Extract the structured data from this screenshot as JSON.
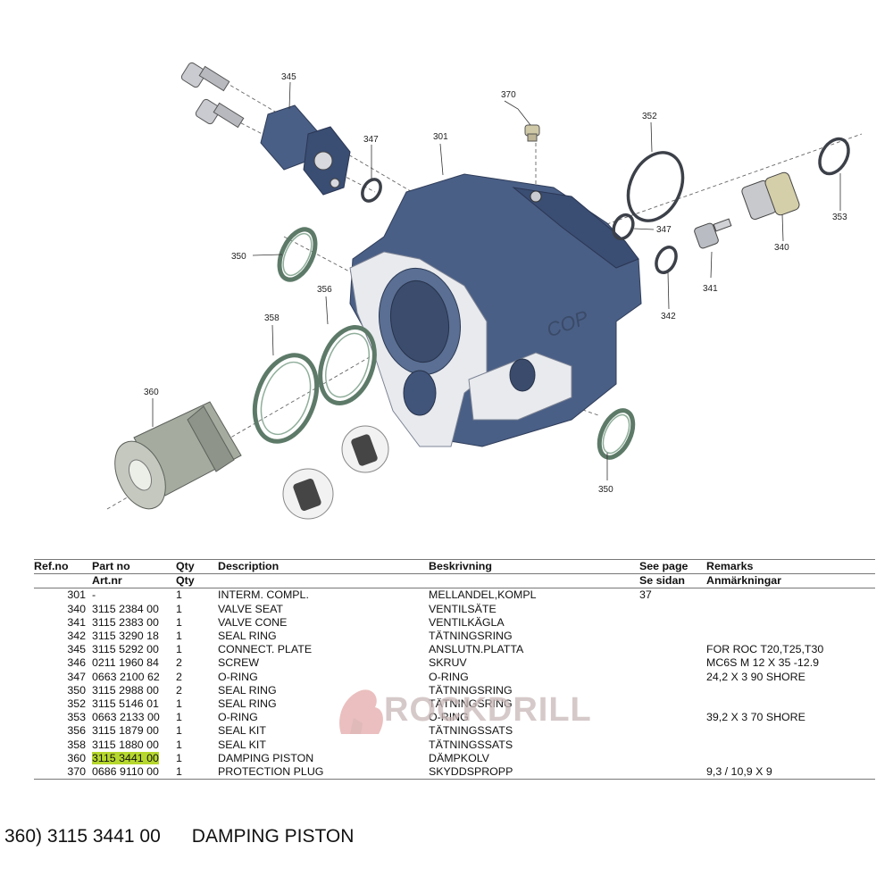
{
  "callouts": [
    "345",
    "370",
    "347",
    "301",
    "352",
    "353",
    "347",
    "340",
    "350",
    "356",
    "341",
    "342",
    "358",
    "360",
    "350"
  ],
  "table": {
    "headers": {
      "ref": "Ref.no",
      "part": "Part no",
      "part2": "Art.nr",
      "qty": "Qty",
      "qty2": "Qty",
      "desc": "Description",
      "besk": "Beskrivning",
      "page": "See page",
      "page2": "Se sidan",
      "remarks": "Remarks",
      "remarks2": "Anmärkningar"
    },
    "rows": [
      {
        "ref": "301",
        "part": "-",
        "qty": "1",
        "desc": "INTERM. COMPL.",
        "besk": "MELLANDEL,KOMPL",
        "page": "37",
        "remarks": ""
      },
      {
        "ref": "340",
        "part": "3115 2384 00",
        "qty": "1",
        "desc": "VALVE SEAT",
        "besk": "VENTILSÄTE",
        "page": "",
        "remarks": ""
      },
      {
        "ref": "341",
        "part": "3115 2383 00",
        "qty": "1",
        "desc": "VALVE CONE",
        "besk": "VENTILKÄGLA",
        "page": "",
        "remarks": ""
      },
      {
        "ref": "342",
        "part": "3115 3290 18",
        "qty": "1",
        "desc": "SEAL RING",
        "besk": "TÄTNINGSRING",
        "page": "",
        "remarks": ""
      },
      {
        "ref": "345",
        "part": "3115 5292 00",
        "qty": "1",
        "desc": "CONNECT. PLATE",
        "besk": "ANSLUTN.PLATTA",
        "page": "",
        "remarks": "FOR ROC T20,T25,T30"
      },
      {
        "ref": "346",
        "part": "0211 1960 84",
        "qty": "2",
        "desc": "SCREW",
        "besk": "SKRUV",
        "page": "",
        "remarks": "MC6S M 12 X 35 -12.9"
      },
      {
        "ref": "347",
        "part": "0663 2100 62",
        "qty": "2",
        "desc": "O-RING",
        "besk": "O-RING",
        "page": "",
        "remarks": "24,2 X 3 90 SHORE"
      },
      {
        "ref": "350",
        "part": "3115 2988 00",
        "qty": "2",
        "desc": "SEAL RING",
        "besk": "TÄTNINGSRING",
        "page": "",
        "remarks": ""
      },
      {
        "ref": "352",
        "part": "3115 5146 01",
        "qty": "1",
        "desc": "SEAL RING",
        "besk": "TÄTNINGSRING",
        "page": "",
        "remarks": ""
      },
      {
        "ref": "353",
        "part": "0663 2133 00",
        "qty": "1",
        "desc": "O-RING",
        "besk": "O-RING",
        "page": "",
        "remarks": "39,2 X 3 70 SHORE"
      },
      {
        "ref": "356",
        "part": "3115 1879 00",
        "qty": "1",
        "desc": "SEAL KIT",
        "besk": "TÄTNINGSSATS",
        "page": "",
        "remarks": ""
      },
      {
        "ref": "358",
        "part": "3115 1880 00",
        "qty": "1",
        "desc": "SEAL KIT",
        "besk": "TÄTNINGSSATS",
        "page": "",
        "remarks": ""
      },
      {
        "ref": "360",
        "part": "3115 3441 00",
        "qty": "1",
        "desc": "DAMPING PISTON",
        "besk": "DÄMPKOLV",
        "page": "",
        "remarks": ""
      },
      {
        "ref": "370",
        "part": "0686 9110 00",
        "qty": "1",
        "desc": "PROTECTION PLUG",
        "besk": "SKYDDSPROPP",
        "page": "",
        "remarks": "9,3 / 10,9 X 9"
      }
    ]
  },
  "watermark": {
    "text": "ROCKDRILL"
  },
  "caption": {
    "text": "360) 3115 3441 00      DAMPING PISTON"
  },
  "colors": {
    "housing": "#4a5f86",
    "highlight": "#b6d72d",
    "seal": "#5d7a68"
  }
}
